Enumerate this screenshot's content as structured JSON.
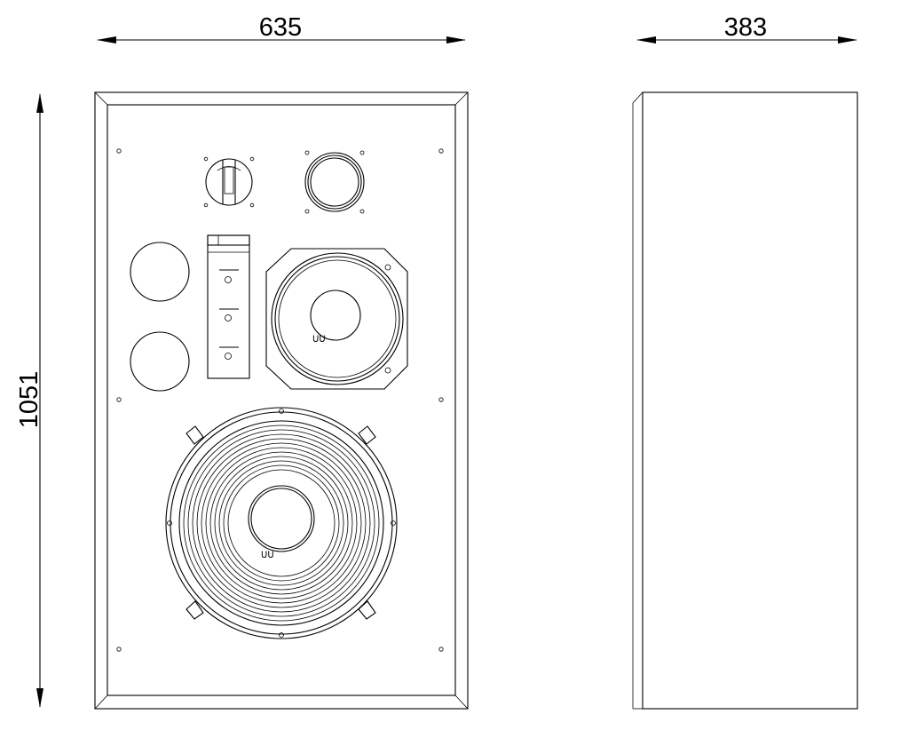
{
  "dimensions": {
    "front_width": "635",
    "side_depth": "383",
    "height": "1051"
  },
  "terminal_marks": {
    "midrange": "ᑌᑌ",
    "woofer": "ᑌᑌ"
  },
  "colors": {
    "line": "#000000",
    "background": "#ffffff"
  }
}
